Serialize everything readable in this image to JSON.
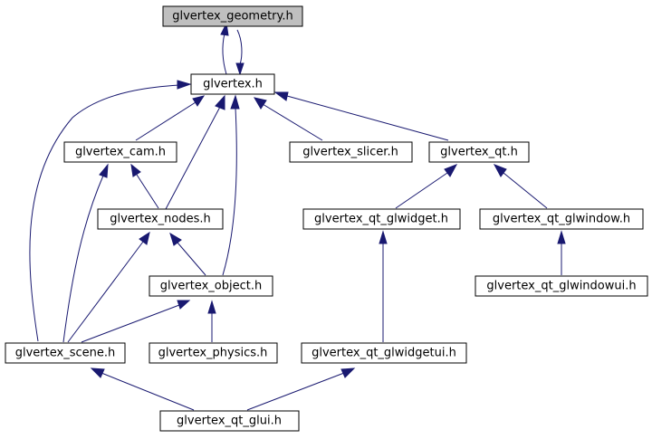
{
  "diagram": {
    "nodes": {
      "geometry": "glvertex_geometry.h",
      "glvertex": "glvertex.h",
      "cam": "glvertex_cam.h",
      "slicer": "glvertex_slicer.h",
      "qt": "glvertex_qt.h",
      "nodes": "glvertex_nodes.h",
      "qt_glwidget": "glvertex_qt_glwidget.h",
      "qt_glwindow": "glvertex_qt_glwindow.h",
      "qt_glwindowui": "glvertex_qt_glwindowui.h",
      "object": "glvertex_object.h",
      "scene": "glvertex_scene.h",
      "physics": "glvertex_physics.h",
      "qt_glwidgetui": "glvertex_qt_glwidgetui.h",
      "qt_glui": "glvertex_qt_glui.h"
    },
    "edges": [
      {
        "from": "glvertex",
        "to": "geometry"
      },
      {
        "from": "geometry",
        "to": "glvertex"
      },
      {
        "from": "cam",
        "to": "glvertex"
      },
      {
        "from": "slicer",
        "to": "glvertex"
      },
      {
        "from": "qt",
        "to": "glvertex"
      },
      {
        "from": "nodes",
        "to": "glvertex"
      },
      {
        "from": "object",
        "to": "glvertex"
      },
      {
        "from": "scene",
        "to": "glvertex"
      },
      {
        "from": "nodes",
        "to": "cam"
      },
      {
        "from": "scene",
        "to": "cam"
      },
      {
        "from": "object",
        "to": "nodes"
      },
      {
        "from": "scene",
        "to": "nodes"
      },
      {
        "from": "scene",
        "to": "object"
      },
      {
        "from": "physics",
        "to": "object"
      },
      {
        "from": "qt_glwidget",
        "to": "qt"
      },
      {
        "from": "qt_glwindow",
        "to": "qt"
      },
      {
        "from": "qt_glwidgetui",
        "to": "qt_glwidget"
      },
      {
        "from": "qt_glwindowui",
        "to": "qt_glwindow"
      },
      {
        "from": "qt_glui",
        "to": "scene"
      },
      {
        "from": "qt_glui",
        "to": "qt_glwidgetui"
      }
    ],
    "colors": {
      "edge": "#191970",
      "root_fill": "#bfbfbf",
      "node_fill": "#ffffff",
      "border": "#000000"
    }
  }
}
